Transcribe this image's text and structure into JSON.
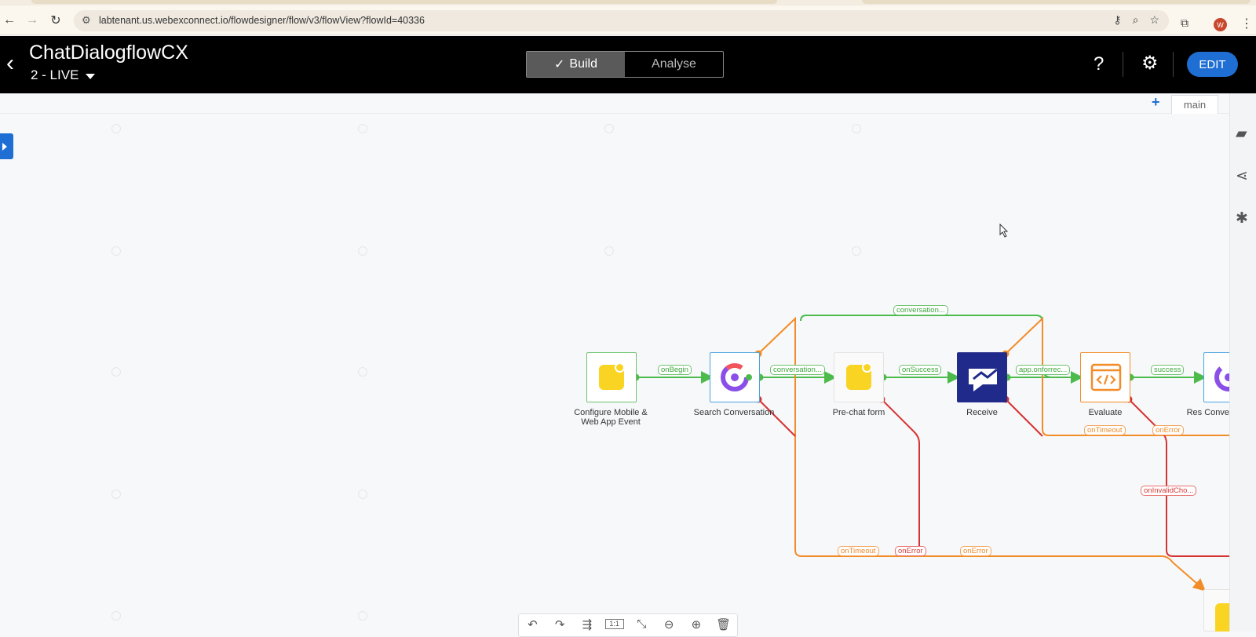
{
  "browser": {
    "url": "labtenant.us.webexconnect.io/flowdesigner/flow/v3/flowView?flowId=40336",
    "avatar_letter": "W"
  },
  "header": {
    "title": "ChatDialogflowCX",
    "version": "2 - LIVE",
    "tab_build": "Build",
    "tab_analyse": "Analyse",
    "help": "?",
    "edit_label": "EDIT"
  },
  "canvas": {
    "tab_main": "main",
    "nodes": [
      {
        "label": "Configure Mobile & Web App Event"
      },
      {
        "label": "Search Conversation"
      },
      {
        "label": "Pre-chat form"
      },
      {
        "label": "Receive"
      },
      {
        "label": "Evaluate"
      },
      {
        "label": "Res Conve"
      }
    ],
    "edge_labels": {
      "on_begin": "onBegin",
      "conversation_top": "conversation...",
      "conversation_mid": "conversation...",
      "on_success": "onSuccess",
      "app_onformrec": "app.onforrec...",
      "success": "success",
      "on_timeout_1": "onTimeout",
      "on_error_1": "onError",
      "on_invalid_choice": "onInvalidCho...",
      "on_timeout_2": "onTimeout",
      "on_error_2": "onError",
      "on_error_3": "onError"
    }
  },
  "colors": {
    "green": "#4cbb4c",
    "orange": "#f28c28",
    "red": "#d63333",
    "accent_blue": "#1f6ed4"
  }
}
